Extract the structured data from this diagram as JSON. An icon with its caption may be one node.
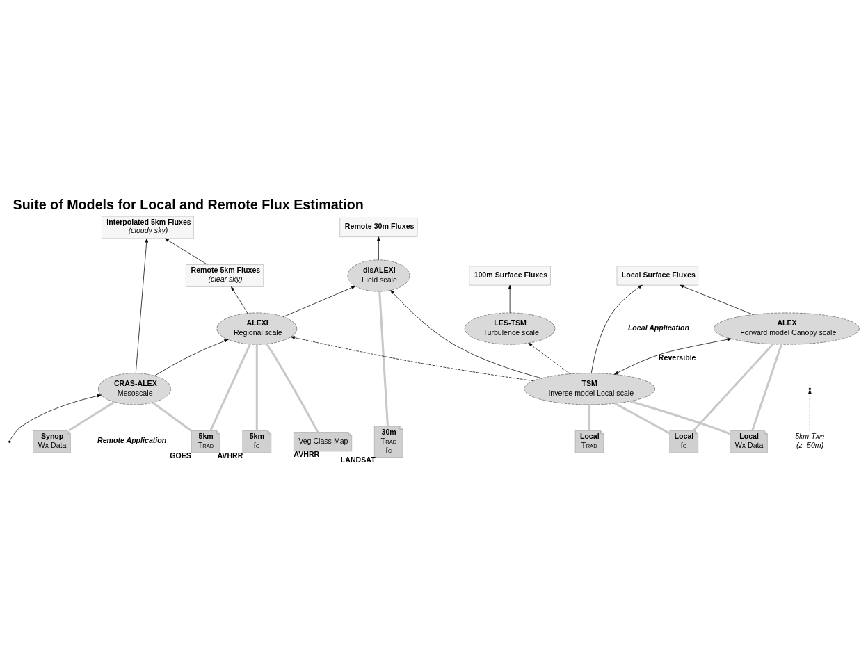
{
  "diagram": {
    "title": "Suite of Models for Local and Remote Flux Estimation",
    "nodes": [
      {
        "text": [
          "LES-TSM",
          "Turbulence scale"
        ]
      },
      {
        "text": [
          "100m Surface Fluxes"
        ]
      },
      {
        "text": [
          "Remote 30m Fluxes"
        ]
      },
      {
        "text": [
          "Remote 5km Fluxes",
          "(clear sky)"
        ]
      },
      {
        "text": [
          "disALEXI",
          "Field scale"
        ]
      },
      {
        "text": [
          "Local Surface Fluxes"
        ]
      },
      {
        "text": [
          "Interpolated 5km Fluxes",
          "(cloudy sky)"
        ]
      },
      {
        "text": [
          "30m",
          "T$_{RAD}$ f$_{C}$"
        ],
        "beside": [
          "LANDSAT"
        ]
      },
      {
        "text": [
          "Local",
          "T$_{RAD}$"
        ]
      },
      {
        "text": [
          "TSM",
          "Inverse model Local scale"
        ]
      },
      {
        "text": [
          "ALEXI",
          "Regional scale"
        ]
      },
      {
        "text": [
          "Local",
          "f$_{C}$"
        ]
      },
      {
        "text": [
          "Local",
          "Wx Data"
        ]
      },
      {
        "text": [
          "ALEX",
          "Forward model Canopy scale"
        ]
      },
      {
        "text": [
          "Veg Class Map"
        ],
        "beside": [
          "AVHRR"
        ]
      },
      {
        "text": [
          "5km",
          "f$_{C}$"
        ],
        "beside": [
          "AVHRR"
        ]
      },
      {
        "text": [
          "5km",
          "T$_{RAD}$"
        ],
        "beside": [
          "GOES"
        ]
      },
      {
        "text": [
          "Synop",
          "Wx Data"
        ]
      },
      {
        "text": [
          "CRAS-ALEX",
          "Mesoscale"
        ]
      },
      {
        "text": [
          "5km T$_{AIR}$ (z=50m)"
        ]
      }
    ],
    "edges": [
      {
        "from": 0,
        "to": 1,
        "arrow": "to"
      },
      {
        "from": 9,
        "to": 0,
        "arrow": "to",
        "style": "dashed"
      },
      {
        "from": 4,
        "to": 2,
        "arrow": "to"
      },
      {
        "from": 9,
        "to": 4,
        "arrow": "to"
      },
      {
        "from": 10,
        "to": 4,
        "arrow": "to"
      },
      {
        "from": 10,
        "to": 3,
        "arrow": "to"
      },
      {
        "from": 3,
        "to": 6,
        "arrow": "to"
      },
      {
        "from": 18,
        "to": 6,
        "arrow": "to"
      },
      {
        "from": 18,
        "to": 10,
        "arrow": "to"
      },
      {
        "from": 9,
        "to": 5,
        "arrow": "to"
      },
      {
        "from": 13,
        "to": 5,
        "arrow": "to"
      },
      {
        "from": 9,
        "to": 13,
        "arrow": "both",
        "label": "Reversible"
      },
      {
        "from": 9,
        "to": 10,
        "arrow": "to",
        "style": "dashed"
      },
      {
        "from": 19,
        "to": null,
        "arrow": "to",
        "style": "dashed"
      },
      {
        "from": null,
        "to": 18,
        "arrow": "to"
      },
      {
        "from": 8,
        "to": 9,
        "arrow": "none",
        "style": "thick",
        "color": "#c8c8c8"
      },
      {
        "from": 11,
        "to": 9,
        "arrow": "none",
        "style": "thick",
        "color": "#c8c8c8"
      },
      {
        "from": 12,
        "to": 9,
        "arrow": "none",
        "style": "thick",
        "color": "#c8c8c8"
      },
      {
        "from": 11,
        "to": 13,
        "arrow": "none",
        "style": "thick",
        "color": "#c8c8c8"
      },
      {
        "from": 12,
        "to": 13,
        "arrow": "none",
        "style": "thick",
        "color": "#c8c8c8"
      },
      {
        "from": 7,
        "to": 4,
        "arrow": "none",
        "style": "thick",
        "color": "#c8c8c8"
      },
      {
        "from": 14,
        "to": 10,
        "arrow": "none",
        "style": "thick",
        "color": "#c8c8c8"
      },
      {
        "from": 15,
        "to": 10,
        "arrow": "none",
        "style": "thick",
        "color": "#c8c8c8"
      },
      {
        "from": 16,
        "to": 10,
        "arrow": "none",
        "style": "thick",
        "color": "#c8c8c8"
      },
      {
        "from": 16,
        "to": 18,
        "arrow": "none",
        "style": "thick",
        "color": "#c8c8c8"
      },
      {
        "from": 17,
        "to": 18,
        "arrow": "none",
        "style": "thick",
        "color": "#c8c8c8"
      }
    ],
    "labels": [
      "Local Application",
      "Remote Application"
    ]
  }
}
